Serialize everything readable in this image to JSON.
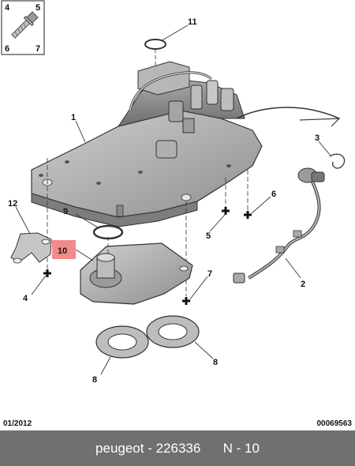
{
  "legend_box": {
    "tl": "4",
    "tr": "5",
    "bl": "6",
    "br": "7"
  },
  "callouts": {
    "c1": "1",
    "c2": "2",
    "c3": "3",
    "c4": "4",
    "c5": "5",
    "c6": "6",
    "c7": "7",
    "c8a": "8",
    "c8b": "8",
    "c9": "9",
    "c10": "10",
    "c11": "11",
    "c12": "12"
  },
  "highlight_color": "#f28b8b",
  "footer": {
    "date": "01/2012",
    "code": "00069563"
  },
  "bottom_bar": {
    "brand": "peugeot",
    "sep": " - ",
    "part_number": "226336",
    "ref_label": "N - 10"
  }
}
